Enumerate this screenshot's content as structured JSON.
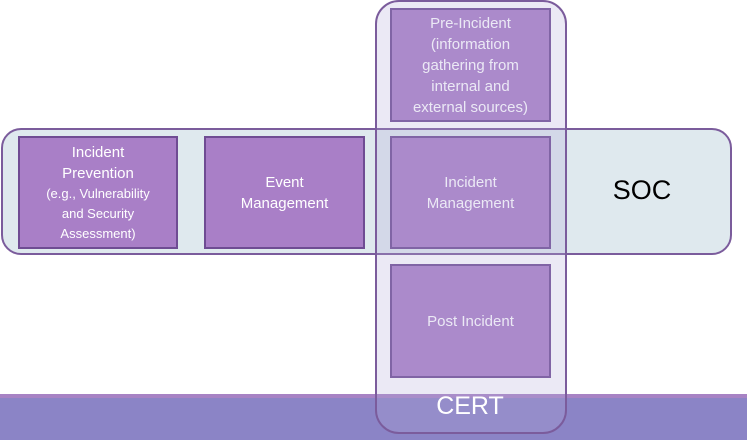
{
  "diagram": {
    "soc_label": "SOC",
    "cert_label": "CERT",
    "boxes": {
      "incident_prevention": {
        "title": "Incident\nPrevention",
        "detail": "(e.g., Vulnerability\nand Security\nAssessment)"
      },
      "event_management": {
        "title": "Event\nManagement"
      },
      "incident_management": {
        "title": "Incident\nManagement"
      },
      "pre_incident": {
        "title": "Pre-Incident\n(information\ngathering from\ninternal and\nexternal sources)"
      },
      "post_incident": {
        "title": "Post Incident"
      }
    },
    "colors": {
      "box_fill": "#a97fc7",
      "box_border": "#6f4c93",
      "soc_band": "#d2e0e8",
      "cert_band": "#8b84c6"
    }
  }
}
